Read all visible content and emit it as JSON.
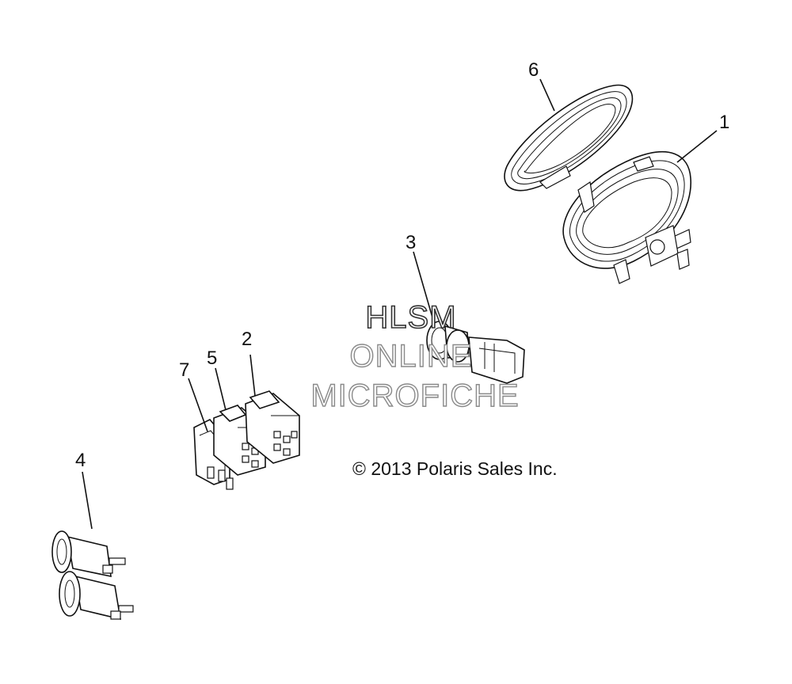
{
  "callouts": {
    "c1": "1",
    "c2": "2",
    "c3": "3",
    "c4": "4",
    "c5": "5",
    "c6": "6",
    "c7": "7"
  },
  "copyright": "© 2013 Polaris Sales Inc.",
  "watermark": {
    "line1": "HLSM",
    "line2": "ONLINE",
    "line3": "MICROFICHE"
  }
}
